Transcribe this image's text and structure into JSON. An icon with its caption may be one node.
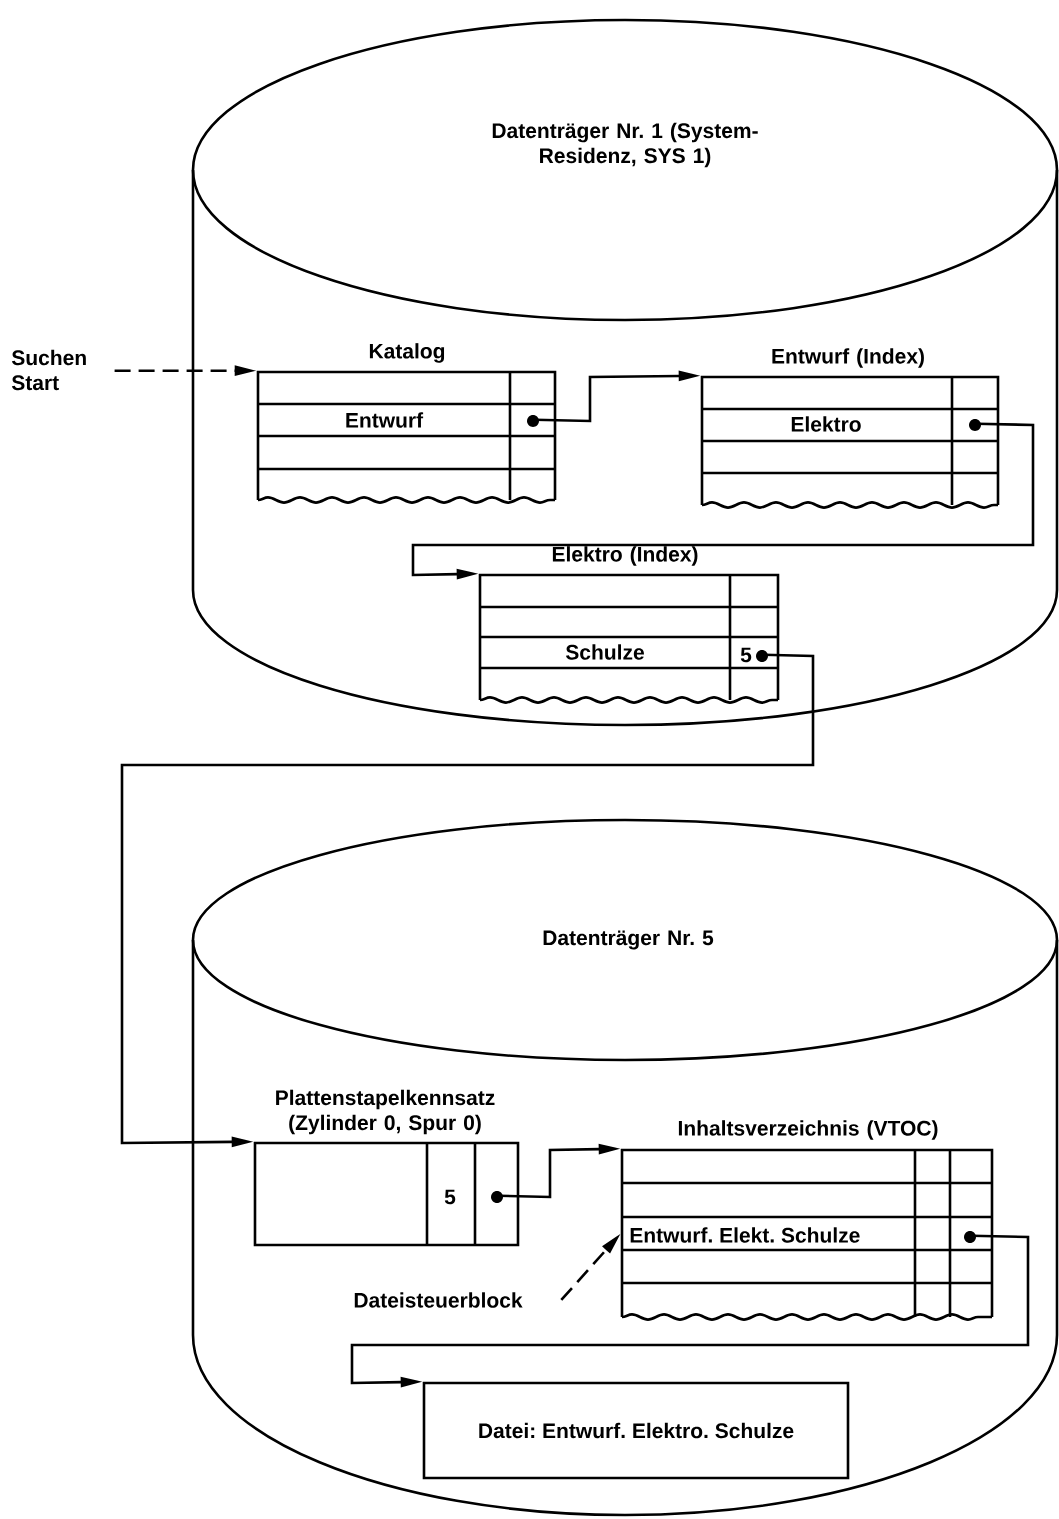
{
  "diagram": {
    "nodes": [
      {
        "text": [
          "Datenträger Nr. 1 (System-Residenz, SYS 1)"
        ]
      },
      {
        "text": [
          "Katalog",
          "Entwurf"
        ],
        "in": 0
      },
      {
        "text": [
          "Entwurf (Index)",
          "Elektro"
        ],
        "in": 0
      },
      {
        "text": [
          "Elektro (Index)",
          "Schulze",
          "5"
        ],
        "in": 0
      },
      {
        "text": [
          "Datenträger Nr. 5"
        ]
      },
      {
        "text": [
          "Plattenstapelkennsatz (Zylinder 0, Spur 0)",
          "5"
        ],
        "in": 4
      },
      {
        "text": [
          "Inhaltsverzeichnis (VTOC)",
          "Entwurf. Elekt. Schulze"
        ],
        "in": 4
      },
      {
        "text": [
          "Datei: Entwurf. Elektro. Schulze"
        ],
        "in": 4
      },
      {
        "text": [
          "Suchen Start"
        ]
      },
      {
        "text": [
          "Dateisteuerblock"
        ],
        "in": 4
      }
    ],
    "edges": [
      {
        "from": 8,
        "to": 1,
        "arrow": "to",
        "style": "dashed"
      },
      {
        "from": 1,
        "to": 2,
        "arrow": "to"
      },
      {
        "from": 2,
        "to": 3,
        "arrow": "to"
      },
      {
        "from": 3,
        "to": 5,
        "arrow": "to"
      },
      {
        "from": 5,
        "to": 6,
        "arrow": "to"
      },
      {
        "from": 6,
        "to": 7,
        "arrow": "to"
      },
      {
        "from": 9,
        "to": 6,
        "arrow": "to",
        "style": "dashed"
      }
    ]
  }
}
